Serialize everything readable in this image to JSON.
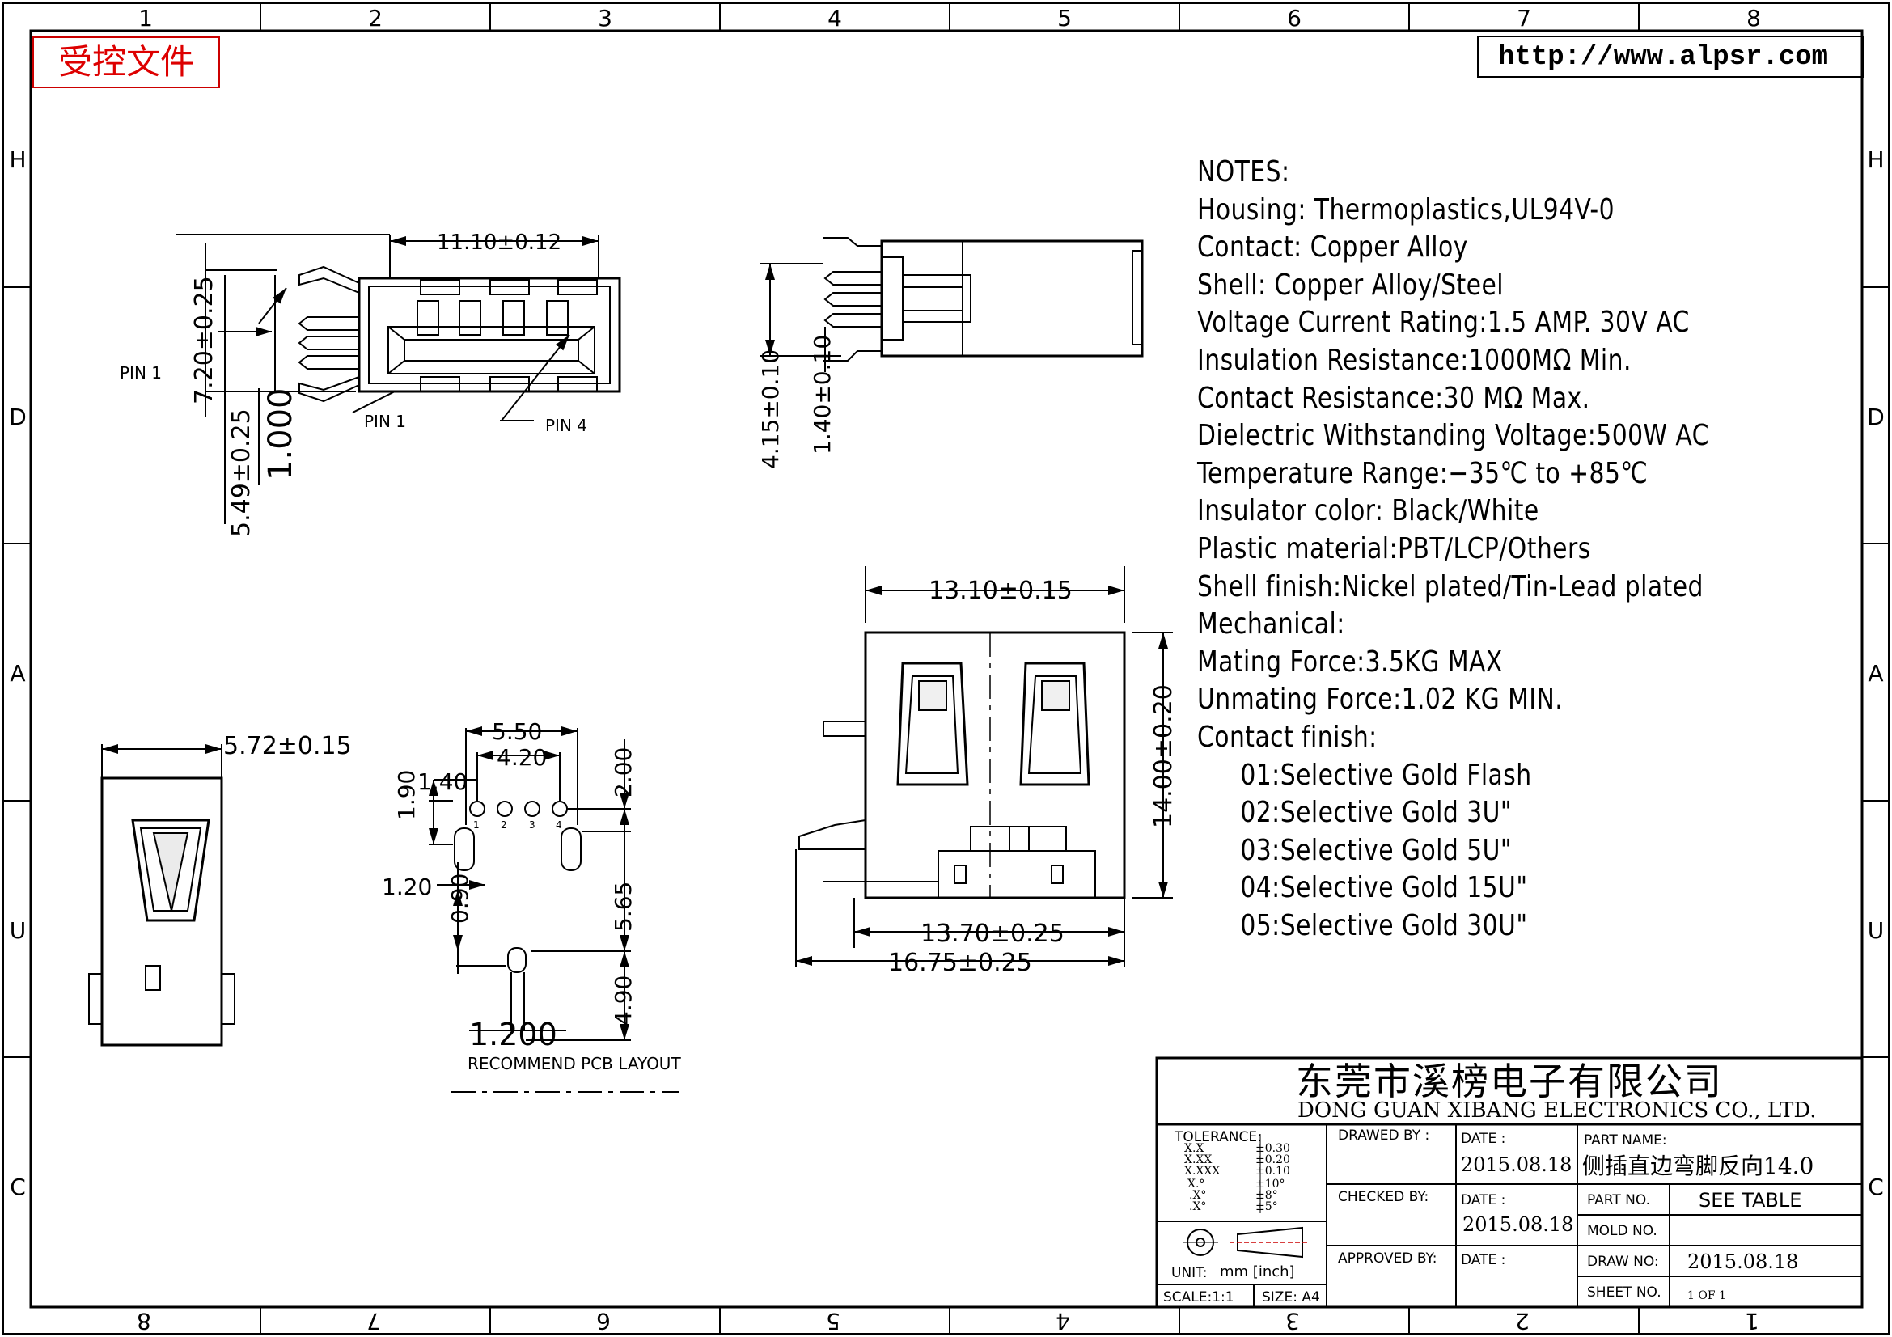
{
  "stamp": "受控文件",
  "url": "http://www.alpsr.com",
  "zones": {
    "top": [
      "1",
      "2",
      "3",
      "4",
      "5",
      "6",
      "7",
      "8"
    ],
    "bottom": [
      "8",
      "7",
      "6",
      "5",
      "4",
      "3",
      "2",
      "1"
    ],
    "left": [
      "H",
      "D",
      "A",
      "U",
      "C"
    ],
    "right": [
      "H",
      "D",
      "A",
      "U",
      "C"
    ]
  },
  "notes": {
    "heading": "NOTES:",
    "lines": [
      "Housing:  Thermoplastics,UL94V-0",
      "Contact:  Copper Alloy",
      "Shell:  Copper Alloy/Steel",
      "Voltage Current Rating:1.5 AMP. 30V AC",
      "Insulation Resistance:1000MΩ Min.",
      "Contact Resistance:30 MΩ Max.",
      "Dielectric Withstanding Voltage:500W AC",
      "Temperature Range:−35℃ to +85℃",
      "Insulator color: Black/White",
      "Plastic material:PBT/LCP/Others",
      "Shell finish:Nickel plated/Tin-Lead plated",
      "Mechanical:",
      "Mating Force:3.5KG MAX",
      "Unmating Force:1.02 KG MIN.",
      "Contact finish:"
    ],
    "finishes": [
      "01:Selective Gold Flash",
      "02:Selective Gold 3U\"",
      "03:Selective Gold 5U\"",
      "04:Selective Gold 15U\"",
      "05:Selective Gold 30U\""
    ]
  },
  "views": {
    "top_left": {
      "dim_width": "11.10±0.12",
      "dim_height": "7.20±0.25",
      "dim_offset": "5.49±0.25",
      "dim_pitch": "1.000",
      "pin1_left": "PIN 1",
      "pin1_bottom": "PIN 1",
      "pin4": "PIN 4"
    },
    "top_right": {
      "dim_a": "4.15±0.10",
      "dim_b": "1.40±0.10"
    },
    "front": {
      "dim_top": "13.10±0.15",
      "dim_height": "14.00±0.20",
      "dim_mid": "13.70±0.25",
      "dim_bottom": "16.75±0.25"
    },
    "side": {
      "dim_width": "5.72±0.15"
    },
    "pcb": {
      "d550": "5.50",
      "d420": "4.20",
      "d140": "1.40",
      "d190": "1.90",
      "d200": "2.00",
      "d120": "1.20",
      "d090": "0.90",
      "d565": "5.65",
      "d490": "4.90",
      "d1200": "1.200",
      "pin_labels": [
        "1",
        "2",
        "3",
        "4"
      ],
      "caption": "RECOMMEND PCB LAYOUT"
    }
  },
  "title_block": {
    "company_cn": "东莞市溪榜电子有限公司",
    "company_en": "DONG GUAN XIBANG ELECTRONICS CO., LTD.",
    "tolerance_label": "TOLERANCE:",
    "tolerance_rows": [
      {
        "k": "X.X",
        "v": "±0.30"
      },
      {
        "k": "X.XX",
        "v": "±0.20"
      },
      {
        "k": "X.XXX",
        "v": "±0.10"
      },
      {
        "k": "X.°",
        "v": "±10°"
      },
      {
        "k": ".X°",
        "v": "±8°"
      },
      {
        "k": ".X°",
        "v": "±5°"
      }
    ],
    "unit_label": "UNIT:",
    "unit_value": "mm [inch]",
    "scale_label": "SCALE:1:1",
    "size_label": "SIZE: A4",
    "drawn_by": "DRAWED BY :",
    "checked_by": "CHECKED BY:",
    "approved_by": "APPROVED BY:",
    "date_label": "DATE :",
    "date_drawn": "2015.08.18",
    "date_checked": "2015.08.18",
    "part_name_label": "PART NAME:",
    "part_name": "侧插直边弯脚反向14.0",
    "part_no_label": "PART NO.",
    "part_no": "SEE TABLE",
    "mold_no_label": "MOLD NO.",
    "draw_no_label": "DRAW NO:",
    "draw_no": "2015.08.18",
    "sheet_no_label": "SHEET NO.",
    "sheet_no": "1 OF 1"
  }
}
